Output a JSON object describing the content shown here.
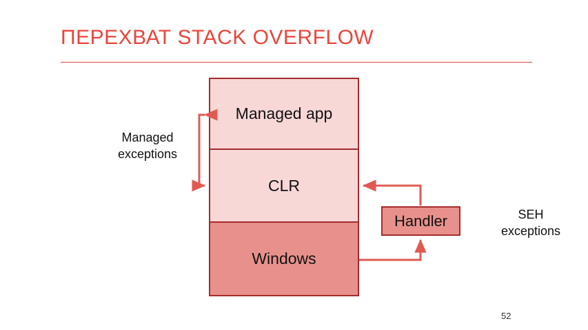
{
  "slide": {
    "title": "ПЕРЕХВАТ STACK OVERFLOW",
    "page_number": "52",
    "accent_color": "#E8453C",
    "border_color": "#A52A2A",
    "arrow_color": "#E05A52",
    "background": "#FFFFFF"
  },
  "diagram": {
    "type": "layered-stack-with-callouts",
    "stack": {
      "name": "execution-stack",
      "layers": [
        {
          "id": "managed-app",
          "label": "Managed app",
          "fill": "#F8D7D7"
        },
        {
          "id": "clr",
          "label": "CLR",
          "fill": "#F8D7D7"
        },
        {
          "id": "windows",
          "label": "Windows",
          "fill": "#E8918C"
        }
      ]
    },
    "handler": {
      "id": "handler",
      "label": "Handler",
      "fill": "#E8918C"
    },
    "labels": {
      "managed_exceptions": "Managed\nexceptions",
      "managed_exceptions_line1": "Managed",
      "managed_exceptions_line2": "exceptions",
      "seh_exceptions_line1": "SEH",
      "seh_exceptions_line2": "exceptions"
    },
    "connections": [
      {
        "id": "managed-bracket",
        "from": "managed-exceptions-label",
        "to": [
          "managed-app",
          "clr"
        ],
        "style": "double-headed-bracket"
      },
      {
        "id": "windows-to-handler",
        "from": "windows",
        "to": "handler",
        "style": "elbow-arrow-up"
      },
      {
        "id": "handler-to-clr",
        "from": "handler",
        "to": "clr",
        "style": "elbow-arrow-left"
      }
    ]
  }
}
